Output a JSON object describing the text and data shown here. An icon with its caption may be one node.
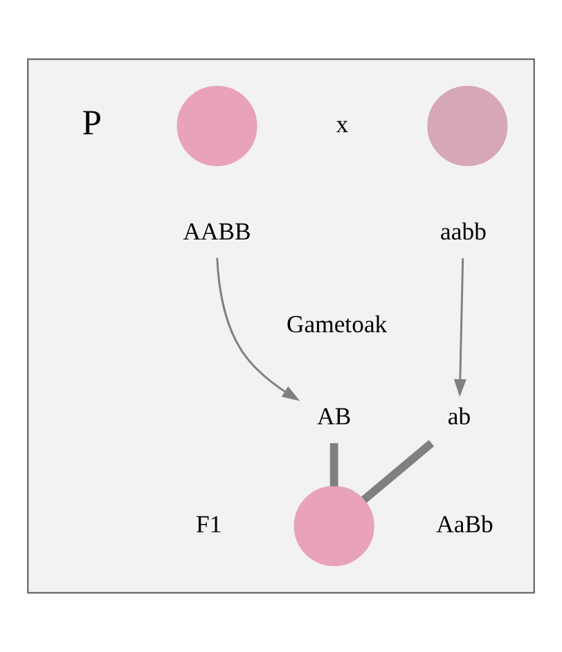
{
  "diagram": {
    "nodes": [
      {
        "text": [],
        "shape": "box"
      },
      {
        "text": [],
        "shape": "circle",
        "in": 0
      },
      {
        "text": [],
        "shape": "circle",
        "in": 0
      },
      {
        "text": [
          "AABB"
        ],
        "in": 0
      },
      {
        "text": [
          "aabb"
        ],
        "in": 0
      },
      {
        "text": [
          "AB"
        ],
        "in": 0
      },
      {
        "text": [
          "ab"
        ],
        "in": 0
      },
      {
        "text": [],
        "shape": "circle",
        "in": 0,
        "beside": [
          "AaBb"
        ]
      }
    ],
    "edges": [
      {
        "from": 3,
        "to": 5,
        "arrow": "to"
      },
      {
        "from": 4,
        "to": 6,
        "arrow": "to"
      },
      {
        "from": 5,
        "to": 7,
        "arrow": "none",
        "style": "thick"
      },
      {
        "from": 6,
        "to": 7,
        "arrow": "none",
        "style": "thick"
      }
    ],
    "labels": [
      "P",
      "x",
      "Gametoak",
      "F1"
    ]
  }
}
